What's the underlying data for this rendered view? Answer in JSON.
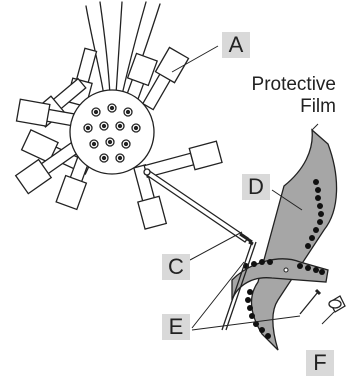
{
  "labels": {
    "a": "A",
    "c": "C",
    "d": "D",
    "e": "E",
    "f": "F",
    "protective_film_line1": "Protective",
    "protective_film_line2": "Film"
  },
  "colors": {
    "ink": "#222222",
    "film_fill": "#a6a6a6",
    "callout_fill": "#d9d9d9",
    "dot": "#111111"
  }
}
